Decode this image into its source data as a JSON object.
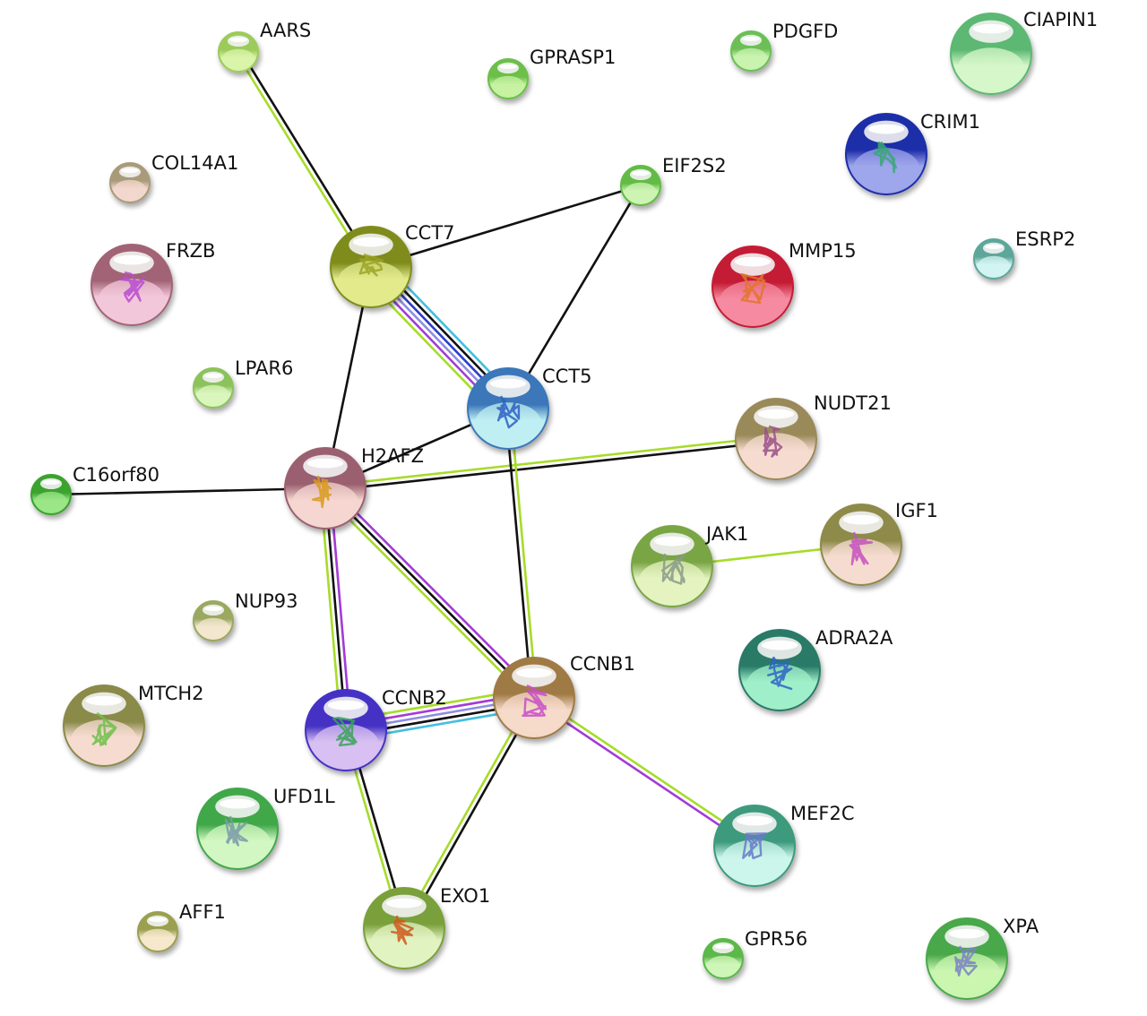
{
  "title": "Protein-protein interaction network",
  "edge_colors": {
    "coexpression": "#111111",
    "textmining": "#a6dc2a",
    "experiments": "#a33bd6",
    "databases": "#43bfe0",
    "homology": "#8e8ee0",
    "neighborhood": "#2b3fc9"
  },
  "nodes": [
    {
      "id": "AARS",
      "label": "AARS",
      "size": "small",
      "colors": [
        "#9ccb5a",
        "#d9f4a9"
      ],
      "structure": false
    },
    {
      "id": "GPRASP1",
      "label": "GPRASP1",
      "size": "small",
      "colors": [
        "#6cbf48",
        "#c6f1a2"
      ],
      "structure": false
    },
    {
      "id": "PDGFD",
      "label": "PDGFD",
      "size": "small",
      "colors": [
        "#6cbf55",
        "#c9f3b0"
      ],
      "structure": false
    },
    {
      "id": "CIAPIN1",
      "label": "CIAPIN1",
      "size": "large",
      "colors": [
        "#5bb872",
        "#d6f7c9"
      ],
      "structure": false
    },
    {
      "id": "COL14A1",
      "label": "COL14A1",
      "size": "small",
      "colors": [
        "#a99a7a",
        "#f1d8cc"
      ],
      "structure": false
    },
    {
      "id": "CRIM1",
      "label": "CRIM1",
      "size": "large",
      "colors": [
        "#1f2ea8",
        "#9ea6ec"
      ],
      "structure": true,
      "structure_color": "#3ba677"
    },
    {
      "id": "EIF2S2",
      "label": "EIF2S2",
      "size": "small",
      "colors": [
        "#62bb45",
        "#cdf4b4"
      ],
      "structure": false
    },
    {
      "id": "CCT7",
      "label": "CCT7",
      "size": "large",
      "colors": [
        "#7f8c1c",
        "#e2ea8c"
      ],
      "structure": true,
      "structure_color": "#9aa524"
    },
    {
      "id": "FRZB",
      "label": "FRZB",
      "size": "large",
      "colors": [
        "#a26476",
        "#f3c7da"
      ],
      "structure": true,
      "structure_color": "#b84bd1"
    },
    {
      "id": "MMP15",
      "label": "MMP15",
      "size": "large",
      "colors": [
        "#c51c35",
        "#f58aa0"
      ],
      "structure": true,
      "structure_color": "#e0762a"
    },
    {
      "id": "ESRP2",
      "label": "ESRP2",
      "size": "small",
      "colors": [
        "#5ea69a",
        "#d2f4f1"
      ],
      "structure": false
    },
    {
      "id": "LPAR6",
      "label": "LPAR6",
      "size": "small",
      "colors": [
        "#8cc25c",
        "#dbf5bd"
      ],
      "structure": false
    },
    {
      "id": "CCT5",
      "label": "CCT5",
      "size": "large",
      "colors": [
        "#3a77b9",
        "#bfeff2"
      ],
      "structure": true,
      "structure_color": "#2f5fc4"
    },
    {
      "id": "NUDT21",
      "label": "NUDT21",
      "size": "large",
      "colors": [
        "#9a8a5a",
        "#f6dcd0"
      ],
      "structure": true,
      "structure_color": "#9c4e8a"
    },
    {
      "id": "C16orf80",
      "label": "C16orf80",
      "size": "small",
      "colors": [
        "#3aa22e",
        "#9be587"
      ],
      "structure": false
    },
    {
      "id": "H2AFZ",
      "label": "H2AFZ",
      "size": "large",
      "colors": [
        "#9a6070",
        "#f5d6d0"
      ],
      "structure": true,
      "structure_color": "#d89a1c"
    },
    {
      "id": "IGF1",
      "label": "IGF1",
      "size": "large",
      "colors": [
        "#8e8a4a",
        "#f5dcd0"
      ],
      "structure": true,
      "structure_color": "#c650c0"
    },
    {
      "id": "JAK1",
      "label": "JAK1",
      "size": "large",
      "colors": [
        "#7aa544",
        "#e4f3c0"
      ],
      "structure": true,
      "structure_color": "#8a9a8a"
    },
    {
      "id": "NUP93",
      "label": "NUP93",
      "size": "small",
      "colors": [
        "#9aa860",
        "#f3e7cf"
      ],
      "structure": false
    },
    {
      "id": "ADRA2A",
      "label": "ADRA2A",
      "size": "large",
      "colors": [
        "#2a7a68",
        "#9ff0c9"
      ],
      "structure": true,
      "structure_color": "#2e64c4"
    },
    {
      "id": "CCNB1",
      "label": "CCNB1",
      "size": "large",
      "colors": [
        "#a07a44",
        "#f5d9c9"
      ],
      "structure": true,
      "structure_color": "#c84cc8"
    },
    {
      "id": "MTCH2",
      "label": "MTCH2",
      "size": "large",
      "colors": [
        "#8a8a4a",
        "#f6dcd0"
      ],
      "structure": true,
      "structure_color": "#6cc04a"
    },
    {
      "id": "CCNB2",
      "label": "CCNB2",
      "size": "large",
      "colors": [
        "#4432c4",
        "#d8c0f2"
      ],
      "structure": true,
      "structure_color": "#3aa25a"
    },
    {
      "id": "UFD1L",
      "label": "UFD1L",
      "size": "large",
      "colors": [
        "#3fa84a",
        "#d2f7c2"
      ],
      "structure": true,
      "structure_color": "#7a9aa8"
    },
    {
      "id": "MEF2C",
      "label": "MEF2C",
      "size": "large",
      "colors": [
        "#3d9a7c",
        "#ccf6ec"
      ],
      "structure": true,
      "structure_color": "#6a78cc"
    },
    {
      "id": "EXO1",
      "label": "EXO1",
      "size": "large",
      "colors": [
        "#7aa03a",
        "#e2f3c2"
      ],
      "structure": true,
      "structure_color": "#d0581c"
    },
    {
      "id": "AFF1",
      "label": "AFF1",
      "size": "small",
      "colors": [
        "#9aa050",
        "#f6e8cc"
      ],
      "structure": false
    },
    {
      "id": "GPR56",
      "label": "GPR56",
      "size": "small",
      "colors": [
        "#5cb84a",
        "#cff5b9"
      ],
      "structure": false
    },
    {
      "id": "XPA",
      "label": "XPA",
      "size": "large",
      "colors": [
        "#4aa84a",
        "#c9f5b0"
      ],
      "structure": true,
      "structure_color": "#7a80c4"
    }
  ],
  "edges": [
    {
      "source": "AARS",
      "target": "CCT7",
      "evidence": [
        "coexpression",
        "textmining"
      ]
    },
    {
      "source": "CCT7",
      "target": "EIF2S2",
      "evidence": [
        "coexpression"
      ]
    },
    {
      "source": "EIF2S2",
      "target": "CCT5",
      "evidence": [
        "coexpression"
      ]
    },
    {
      "source": "CCT7",
      "target": "CCT5",
      "evidence": [
        "databases",
        "coexpression",
        "neighborhood",
        "homology",
        "experiments",
        "textmining"
      ]
    },
    {
      "source": "CCT7",
      "target": "H2AFZ",
      "evidence": [
        "coexpression"
      ]
    },
    {
      "source": "H2AFZ",
      "target": "CCT5",
      "evidence": [
        "coexpression"
      ]
    },
    {
      "source": "C16orf80",
      "target": "H2AFZ",
      "evidence": [
        "coexpression"
      ]
    },
    {
      "source": "H2AFZ",
      "target": "NUDT21",
      "evidence": [
        "textmining",
        "coexpression"
      ]
    },
    {
      "source": "CCT5",
      "target": "CCNB1",
      "evidence": [
        "textmining",
        "coexpression"
      ]
    },
    {
      "source": "H2AFZ",
      "target": "CCNB2",
      "evidence": [
        "experiments",
        "coexpression",
        "textmining"
      ]
    },
    {
      "source": "H2AFZ",
      "target": "CCNB1",
      "evidence": [
        "experiments",
        "coexpression",
        "textmining"
      ]
    },
    {
      "source": "CCNB2",
      "target": "CCNB1",
      "evidence": [
        "textmining",
        "experiments",
        "homology",
        "coexpression",
        "databases"
      ]
    },
    {
      "source": "CCNB2",
      "target": "EXO1",
      "evidence": [
        "coexpression",
        "textmining"
      ]
    },
    {
      "source": "CCNB1",
      "target": "EXO1",
      "evidence": [
        "coexpression",
        "textmining"
      ]
    },
    {
      "source": "CCNB1",
      "target": "MEF2C",
      "evidence": [
        "textmining",
        "experiments"
      ]
    },
    {
      "source": "JAK1",
      "target": "IGF1",
      "evidence": [
        "textmining"
      ]
    }
  ]
}
